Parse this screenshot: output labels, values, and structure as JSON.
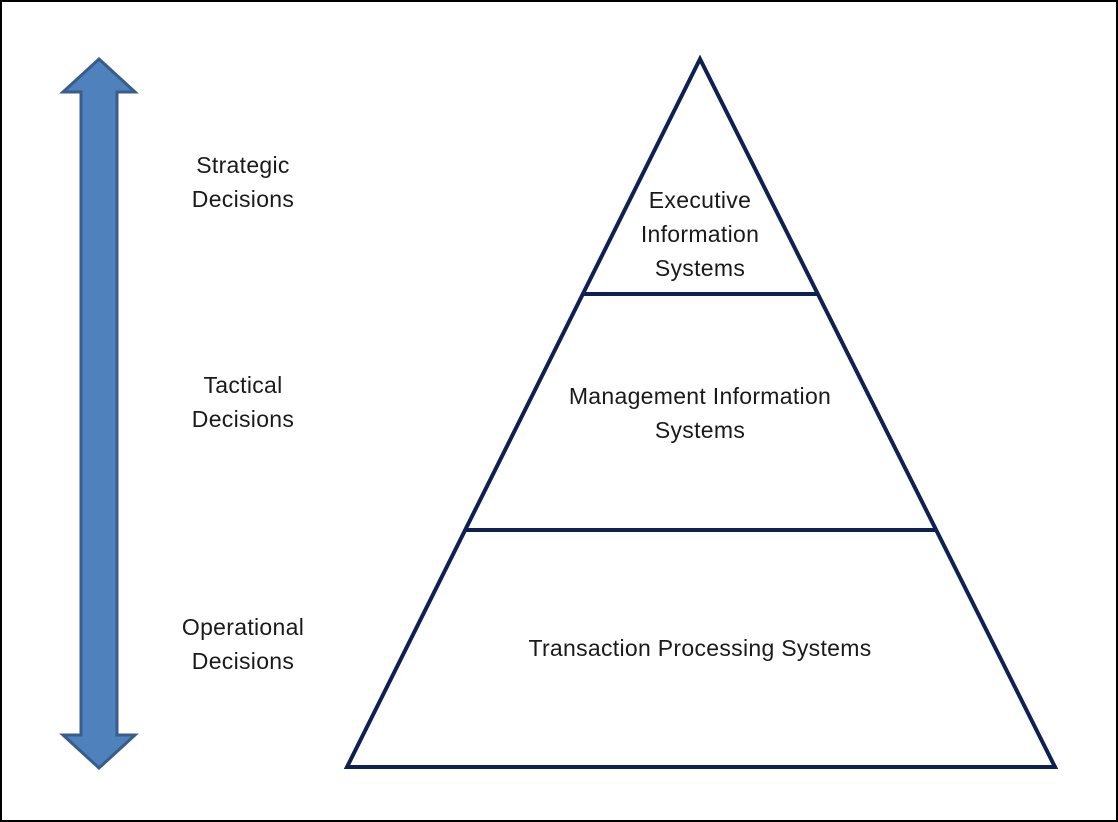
{
  "decisions": {
    "strategic": "Strategic\nDecisions",
    "tactical": "Tactical\nDecisions",
    "operational": "Operational\nDecisions"
  },
  "pyramid": {
    "top": "Executive\nInformation\nSystems",
    "middle": "Management Information\nSystems",
    "bottom": "Transaction Processing Systems"
  },
  "colors": {
    "arrow_fill": "#4f81bd",
    "arrow_stroke": "#385d8a",
    "pyramid_stroke": "#0f2150",
    "frame": "#000000"
  }
}
